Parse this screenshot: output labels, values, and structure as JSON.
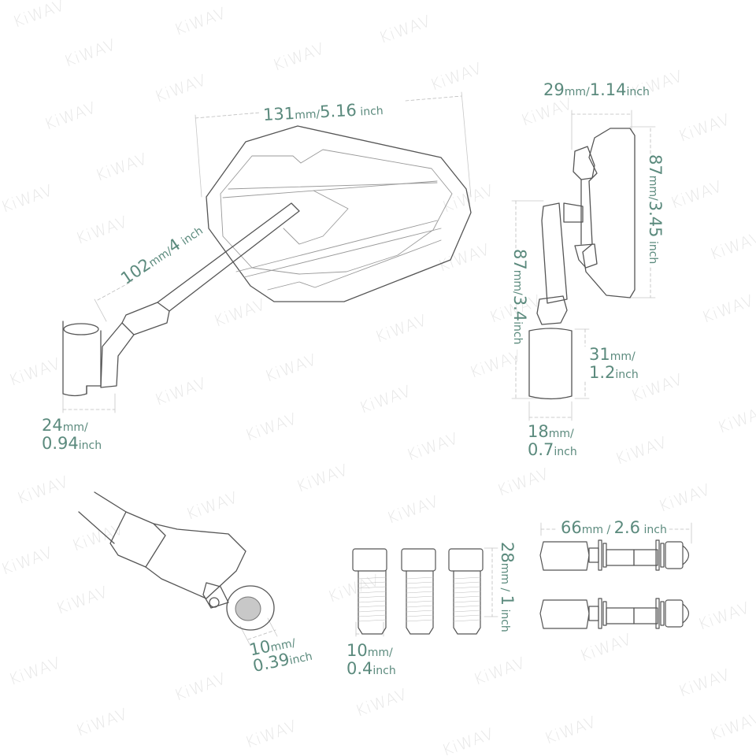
{
  "brand_watermark": "KiWAV",
  "colors": {
    "dimension_text": "#5b8a7d",
    "outline": "#555555",
    "dim_line": "#b5b5b5",
    "watermark": "#e8e8e8"
  },
  "dimensions": {
    "mirror_width": {
      "mm": "131",
      "mm_unit": "mm",
      "sep": "/",
      "inch": "5.16",
      "inch_unit": " inch"
    },
    "arm_length": {
      "mm": "102",
      "mm_unit": "mm",
      "sep": "/",
      "inch": "4",
      "inch_unit": " inch"
    },
    "base_width": {
      "mm": "24",
      "mm_unit": "mm/",
      "inch": "0.94",
      "inch_unit": "inch"
    },
    "mirror_depth": {
      "mm": "29",
      "mm_unit": "mm",
      "sep": "/",
      "inch": "1.14",
      "inch_unit": "inch"
    },
    "mirror_height": {
      "mm": "87",
      "mm_unit": "mm",
      "sep": "/",
      "inch": "3.45",
      "inch_unit": " inch"
    },
    "stem_height": {
      "mm": "87",
      "mm_unit": "mm",
      "sep": "/",
      "inch": "3.4",
      "inch_unit": "inch"
    },
    "clamp_height": {
      "mm": "31",
      "mm_unit": "mm/",
      "inch": "1.2",
      "inch_unit": "inch"
    },
    "stem_width": {
      "mm": "18",
      "mm_unit": "mm/",
      "inch": "0.7",
      "inch_unit": "inch"
    },
    "bore_diameter": {
      "mm": "10",
      "mm_unit": "mm/",
      "inch": "0.39",
      "inch_unit": "inch"
    },
    "bolt_diameter": {
      "mm": "10",
      "mm_unit": "mm/",
      "inch": "0.4",
      "inch_unit": "inch"
    },
    "bolt_length": {
      "mm": "28",
      "mm_unit": "mm",
      "sep": " / ",
      "inch": "1",
      "inch_unit": " inch"
    },
    "adapter_length": {
      "mm": "66",
      "mm_unit": "mm",
      "sep": " / ",
      "inch": "2.6",
      "inch_unit": " inch"
    }
  }
}
